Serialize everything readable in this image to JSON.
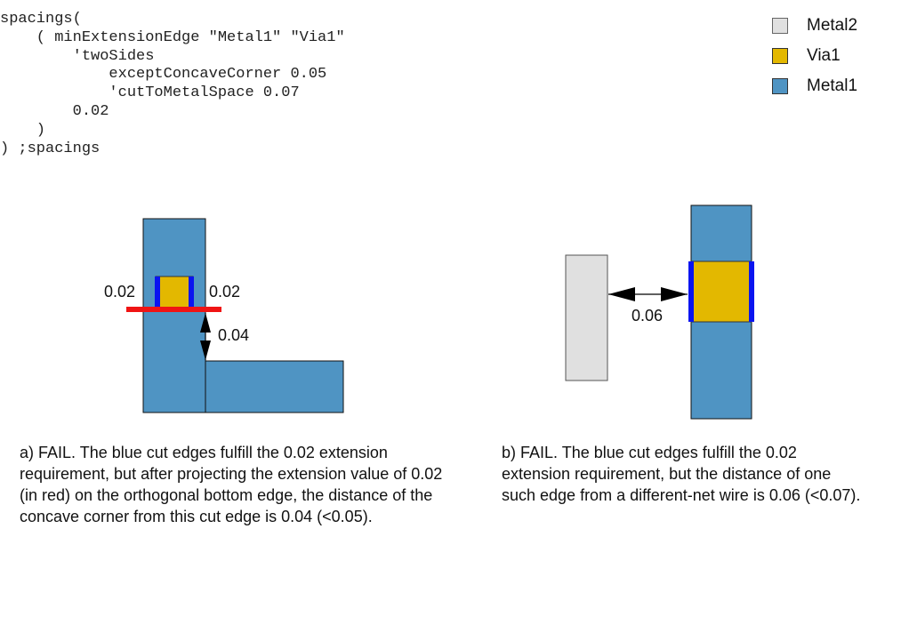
{
  "code": {
    "lines": [
      "spacings(",
      "    ( minExtensionEdge \"Metal1\" \"Via1\"",
      "        'twoSides",
      "            exceptConcaveCorner 0.05",
      "            'cutToMetalSpace 0.07",
      "        0.02",
      "    )",
      ") ;spacings"
    ]
  },
  "legend": {
    "items": [
      {
        "label": "Metal2",
        "color": "#e0e0e0"
      },
      {
        "label": "Via1",
        "color": "#e3b800"
      },
      {
        "label": "Metal1",
        "color": "#4f94c3"
      }
    ]
  },
  "colors": {
    "metal1": "#4f94c3",
    "metal2": "#e0e0e0",
    "via1": "#e3b800",
    "cut_edge": "#0a14f0",
    "projection": "#f01414"
  },
  "figure_a": {
    "left_extension_label": "0.02",
    "right_extension_label": "0.02",
    "corner_distance_label": "0.04"
  },
  "figure_b": {
    "spacing_label": "0.06"
  },
  "captions": {
    "a": "a) FAIL. The blue cut edges fulfill the 0.02 extension requirement, but after projecting the extension value of 0.02 (in red) on the orthogonal bottom edge, the distance of the concave corner from this cut edge is 0.04 (<0.05).",
    "b": "b) FAIL. The blue cut edges fulfill the 0.02 extension requirement, but the distance of one such edge from a different-net wire is 0.06 (<0.07)."
  }
}
